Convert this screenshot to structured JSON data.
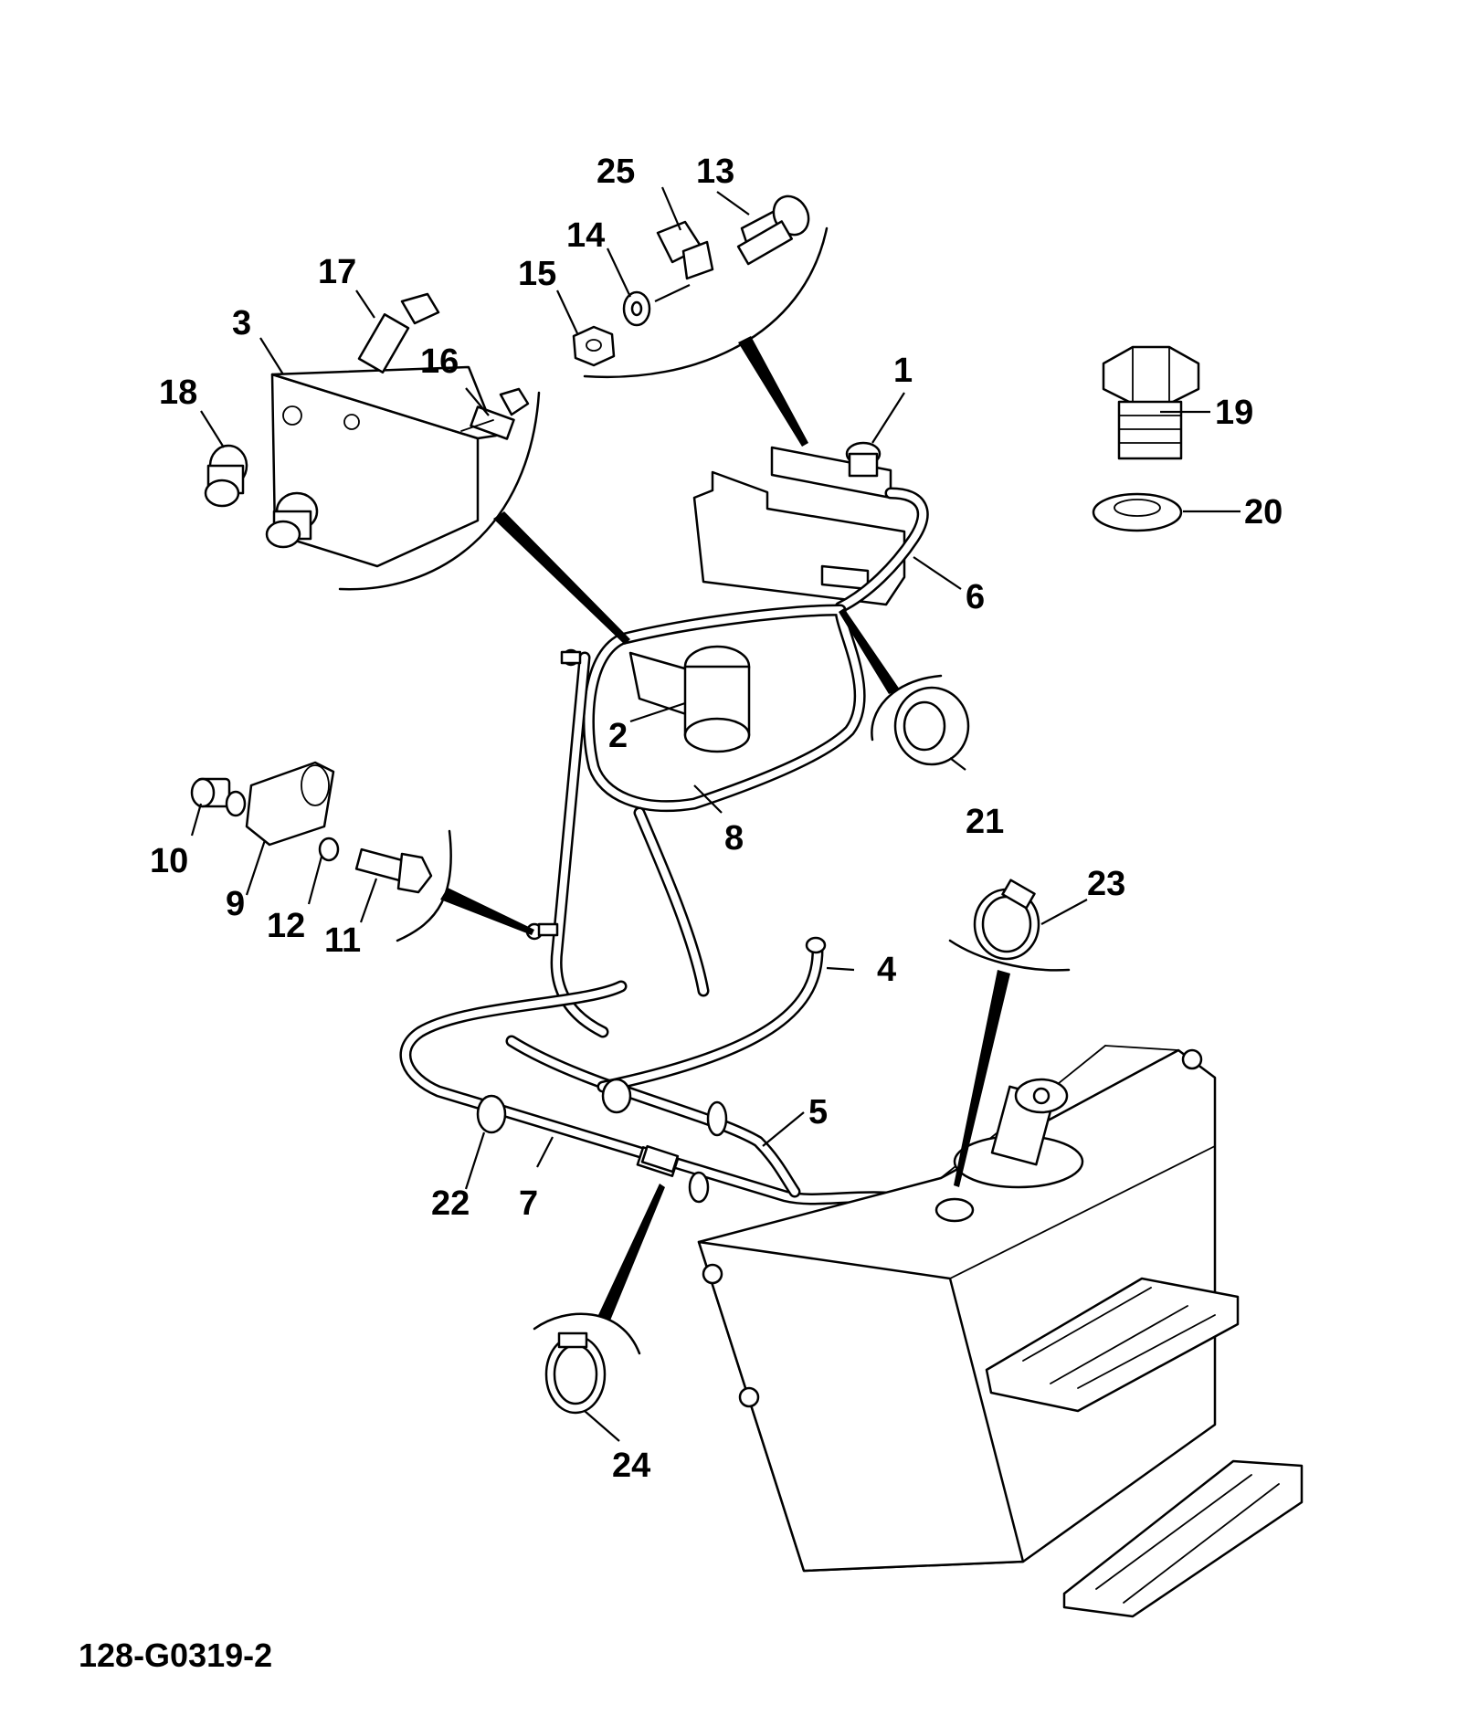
{
  "drawing_code": "128-G0319-2",
  "callouts": {
    "c1": "1",
    "c2": "2",
    "c3": "3",
    "c4": "4",
    "c5": "5",
    "c6": "6",
    "c7": "7",
    "c8": "8",
    "c9": "9",
    "c10": "10",
    "c11": "11",
    "c12": "12",
    "c13": "13",
    "c14": "14",
    "c15": "15",
    "c16": "16",
    "c17": "17",
    "c18": "18",
    "c19": "19",
    "c20": "20",
    "c21": "21",
    "c22": "22",
    "c23": "23",
    "c24": "24",
    "c25": "25"
  }
}
